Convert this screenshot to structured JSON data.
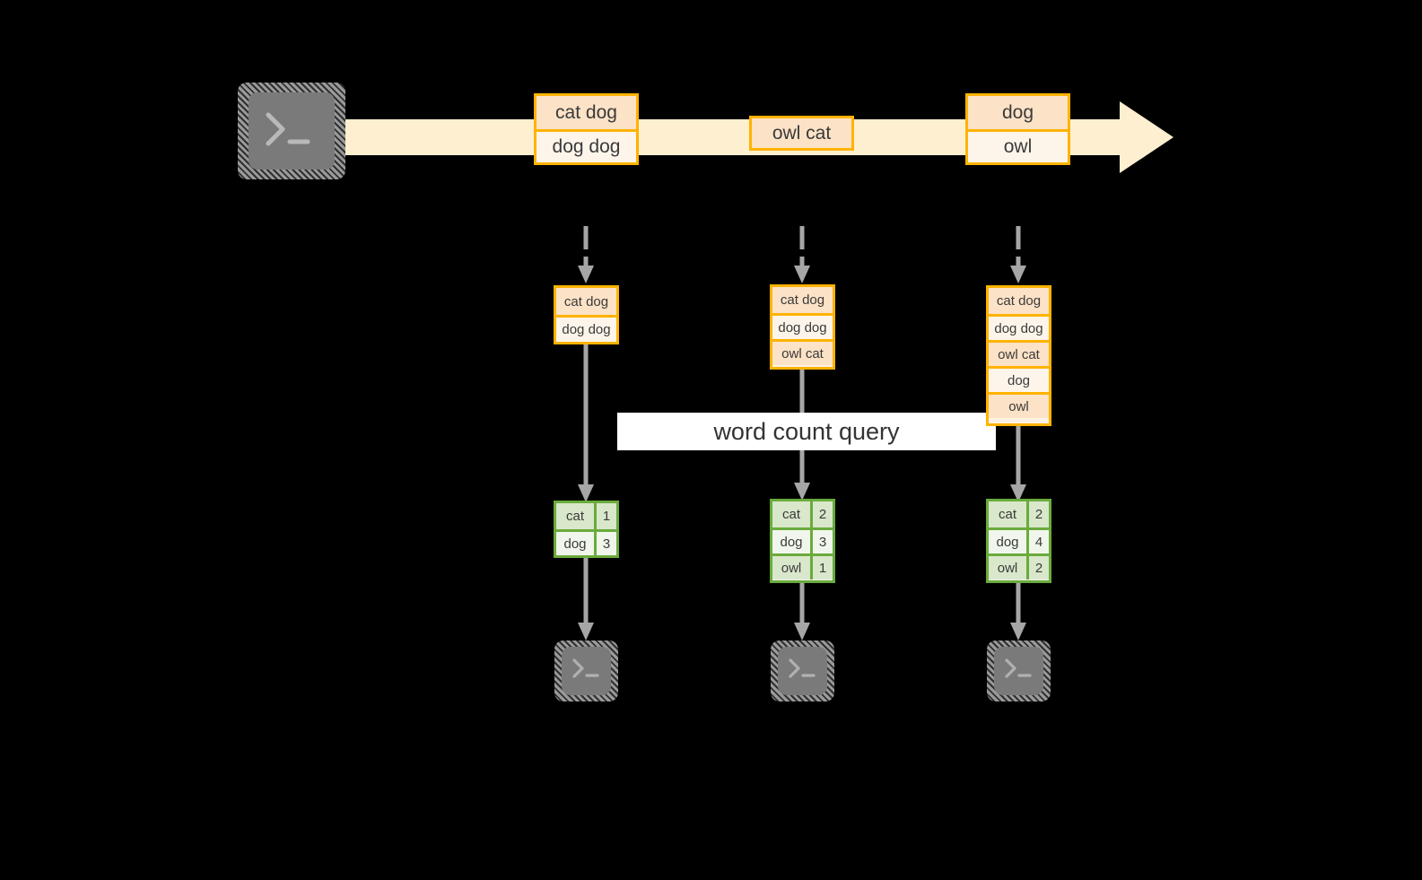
{
  "diagram": {
    "label": "word count query",
    "colors": {
      "stream_fill": "#FDEFD0",
      "box_border": "#FFB300",
      "box_fill_dark": "#FCE2C6",
      "box_fill_light": "#FEF5EA",
      "table_border": "#6AAB3C",
      "table_fill_dark": "#D9E7CB",
      "table_fill_light": "#F1F6EC",
      "arrow_gray": "#A6A6A6",
      "terminal_gray": "#7A7A7A",
      "label_bg": "#FFFFFF",
      "background": "#000000"
    },
    "source_terminal": {
      "name": "terminal",
      "prompt": ">",
      "cursor": "_"
    },
    "stream_messages": [
      {
        "id": "m1",
        "lines": [
          "cat dog",
          "dog dog"
        ]
      },
      {
        "id": "m2",
        "lines": [
          "owl cat"
        ]
      },
      {
        "id": "m3",
        "lines": [
          "dog",
          "owl"
        ]
      }
    ],
    "snapshots": [
      {
        "id": "s1",
        "lines": [
          "cat dog",
          "dog dog"
        ]
      },
      {
        "id": "s2",
        "lines": [
          "cat dog",
          "dog dog",
          "owl cat"
        ]
      },
      {
        "id": "s3",
        "lines": [
          "cat dog",
          "dog dog",
          "owl cat",
          "dog",
          "owl"
        ]
      }
    ],
    "results": [
      {
        "id": "r1",
        "rows": [
          {
            "word": "cat",
            "count": "1"
          },
          {
            "word": "dog",
            "count": "3"
          }
        ]
      },
      {
        "id": "r2",
        "rows": [
          {
            "word": "cat",
            "count": "2"
          },
          {
            "word": "dog",
            "count": "3"
          },
          {
            "word": "owl",
            "count": "1"
          }
        ]
      },
      {
        "id": "r3",
        "rows": [
          {
            "word": "cat",
            "count": "2"
          },
          {
            "word": "dog",
            "count": "4"
          },
          {
            "word": "owl",
            "count": "2"
          }
        ]
      }
    ],
    "sink_terminals": [
      {
        "id": "t1",
        "prompt": ">",
        "cursor": "_"
      },
      {
        "id": "t2",
        "prompt": ">",
        "cursor": "_"
      },
      {
        "id": "t3",
        "prompt": ">",
        "cursor": "_"
      }
    ]
  }
}
